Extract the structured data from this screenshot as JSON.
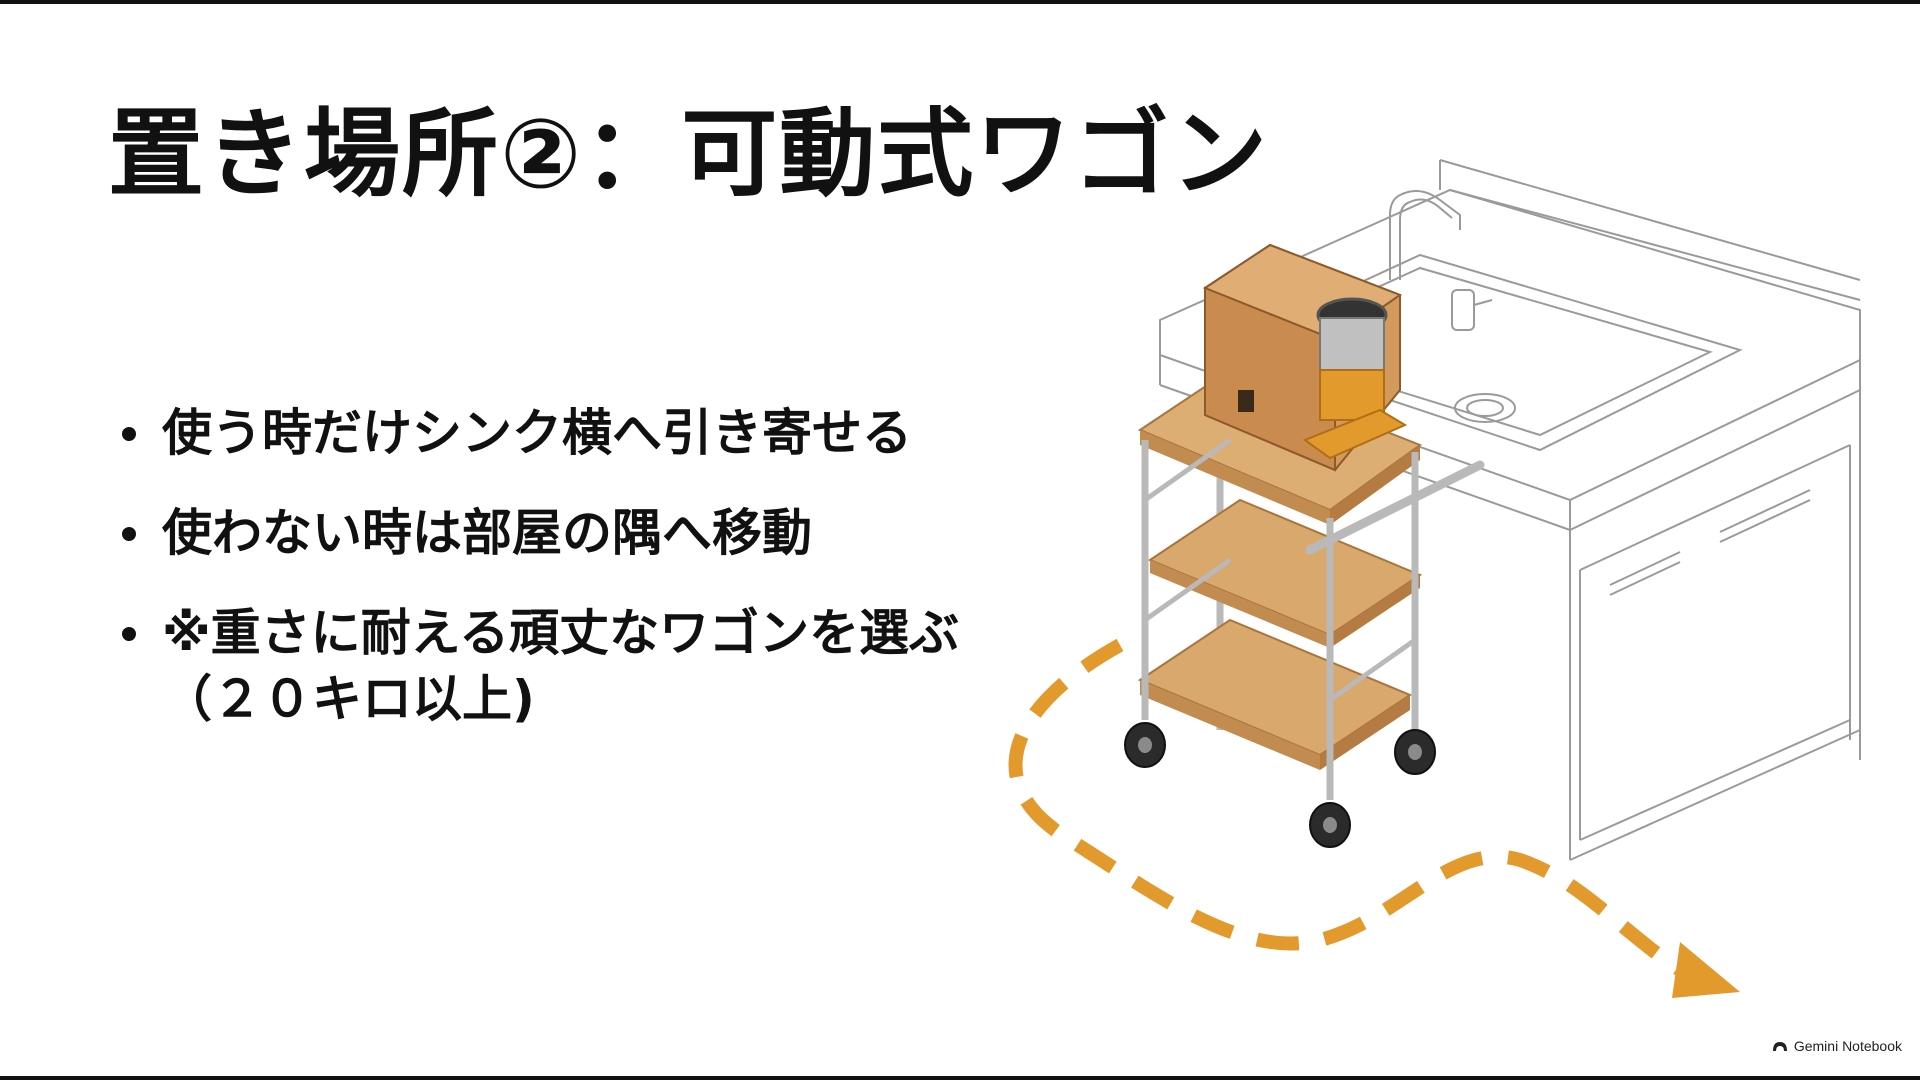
{
  "slide": {
    "title": "置き場所②：可動式ワゴン",
    "bullets": [
      "使う時だけシンク横へ引き寄せる",
      "使わない時は部屋の隅へ移動",
      "※重さに耐える頑丈なワゴンを選ぶ（２０キロ以上)"
    ]
  },
  "watermark": {
    "label": "Gemini Notebook",
    "icon": "notebook-logo-icon"
  },
  "colors": {
    "text": "#111111",
    "accent": "#e39a2d",
    "wood": "#d9a86c",
    "steel": "#b9b9b9",
    "line": "#9a9a9a"
  }
}
